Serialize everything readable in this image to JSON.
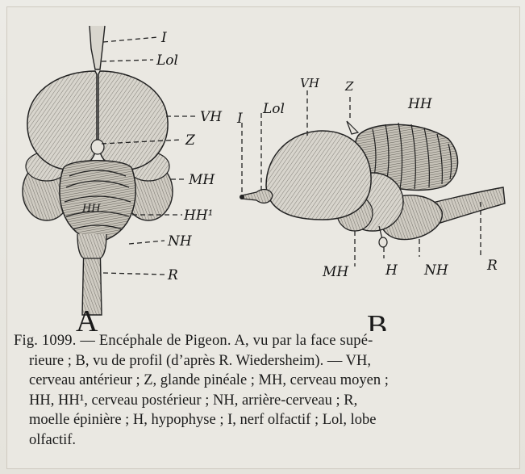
{
  "figure_a": {
    "letter": "A",
    "labels": {
      "i": "I",
      "lol": "Lol",
      "vh": "VH",
      "z": "Z",
      "mh": "MH",
      "hh1": "HH¹",
      "nh": "NH",
      "r": "R",
      "hh_inner": "HH"
    }
  },
  "figure_b": {
    "letter": "B",
    "labels": {
      "vh": "VH",
      "z": "Z",
      "hh": "HH",
      "i": "I",
      "lol": "Lol",
      "mh": "MH",
      "h": "H",
      "nh": "NH",
      "r": "R"
    }
  },
  "caption": {
    "lines": [
      "Fig. 1099. — Encéphale de Pigeon. A, vu par la face supé-",
      "rieure ; B, vu de profil (d’après R. Wiedersheim). — VH,",
      "cerveau antérieur ; Z, glande pinéale ; MH, cerveau moyen ;",
      "HH, HH¹, cerveau postérieur ; NH, arrière-cerveau ; R,",
      "moelle épinière ; H, hypophyse ; I, nerf olfactif ; Lol, lobe",
      "olfactif."
    ]
  }
}
